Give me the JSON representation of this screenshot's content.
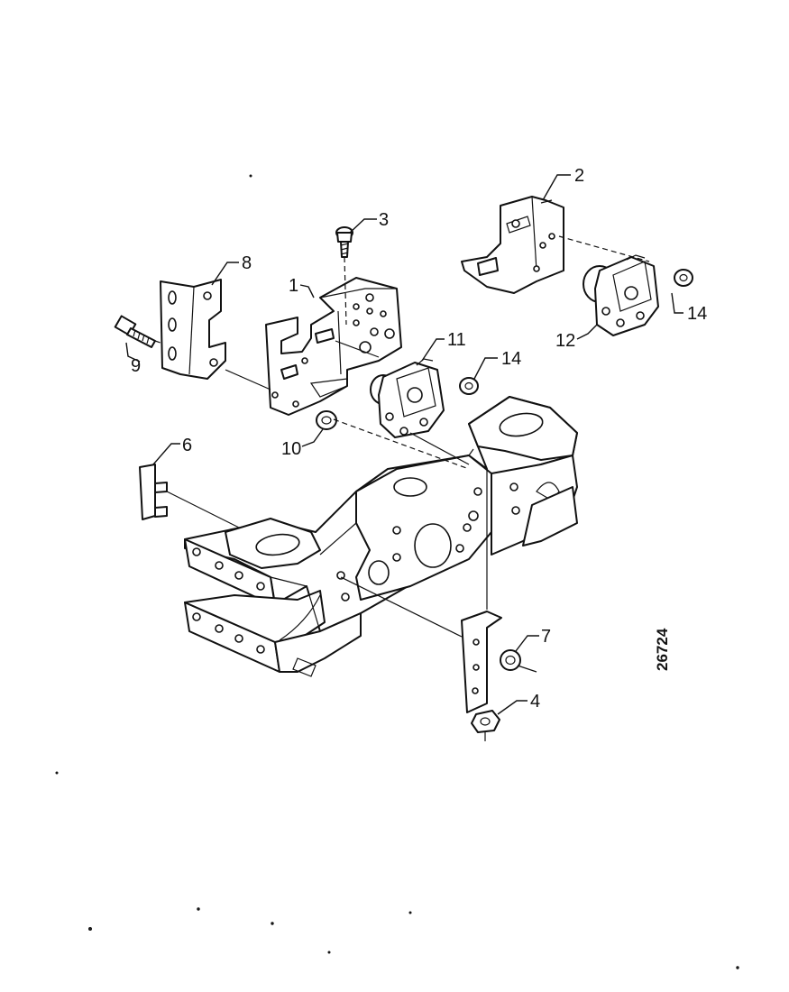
{
  "diagram": {
    "reference_number": "26724",
    "callouts": [
      {
        "id": "c1",
        "label": "1"
      },
      {
        "id": "c2",
        "label": "2"
      },
      {
        "id": "c3",
        "label": "3"
      },
      {
        "id": "c4",
        "label": "4"
      },
      {
        "id": "c6",
        "label": "6"
      },
      {
        "id": "c7",
        "label": "7"
      },
      {
        "id": "c8",
        "label": "8"
      },
      {
        "id": "c9",
        "label": "9"
      },
      {
        "id": "c10",
        "label": "10"
      },
      {
        "id": "c11",
        "label": "11"
      },
      {
        "id": "c12",
        "label": "12"
      },
      {
        "id": "c14a",
        "label": "14"
      },
      {
        "id": "c14b",
        "label": "14"
      }
    ]
  }
}
